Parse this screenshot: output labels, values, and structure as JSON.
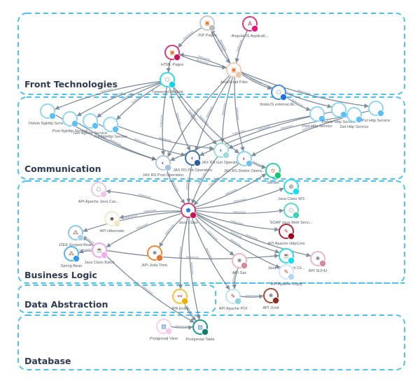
{
  "layers": [
    {
      "id": "front",
      "title": "Front Technologies"
    },
    {
      "id": "comm",
      "title": "Communication"
    },
    {
      "id": "biz",
      "title": "Business Logic"
    },
    {
      "id": "data",
      "title": "Data Abstraction"
    },
    {
      "id": "db",
      "title": "Database"
    }
  ],
  "edge_label": "References",
  "nodes": [
    {
      "id": "jsp",
      "label": "JSP Pages",
      "layer": "front",
      "color": "#c8c8c8",
      "badge": "#b8bcbf",
      "icon": "file-icon",
      "glyph": "▣",
      "glyph_color": "#e8742b"
    },
    {
      "id": "angular",
      "label": "AngularJS Applicati...",
      "layer": "front",
      "color": "#d63a7a",
      "badge": "#e6167c",
      "icon": "angular-icon",
      "glyph": "A",
      "glyph_color": "#c3002f"
    },
    {
      "id": "html",
      "label": "HTML Pages",
      "layer": "front",
      "color": "#d63a7a",
      "badge": "#c2185b",
      "icon": "file-icon",
      "glyph": "▣",
      "glyph_color": "#e8742b"
    },
    {
      "id": "jsfiles",
      "label": "JavaScript Files",
      "layer": "front",
      "color": "#efcdb8",
      "badge": "#f0c6a8",
      "icon": "file-icon",
      "glyph": "▣",
      "glyph_color": "#e8742b"
    },
    {
      "id": "ts",
      "label": "Typescript Module",
      "layer": "front",
      "color": "#2fd9e8",
      "badge": "#12d3e8",
      "icon": "cube-icon",
      "glyph": "⬡",
      "glyph_color": "#888888"
    },
    {
      "id": "nodejs",
      "label": "NodeJS external lib...",
      "layer": "front",
      "color": "#3d8ce6",
      "badge": "#1e6fe8",
      "icon": "cube-icon",
      "glyph": "⬡",
      "glyph_color": "#888888"
    },
    {
      "id": "delng",
      "label": "Delete NgHttp Servi...",
      "layer": "comm",
      "color": "#8fd6f4",
      "badge": "#5bc0f4",
      "icon": "service-icon",
      "glyph": "",
      "glyph_color": "#888888"
    },
    {
      "id": "postng",
      "label": "Post NgHttp Service",
      "layer": "comm",
      "color": "#8fd6f4",
      "badge": "#5bc0f4",
      "icon": "service-icon",
      "glyph": "",
      "glyph_color": "#888888"
    },
    {
      "id": "getng",
      "label": "Get NgHttp Service",
      "layer": "comm",
      "color": "#8fd6f4",
      "badge": "#5bc0f4",
      "icon": "service-icon",
      "glyph": "",
      "glyph_color": "#888888"
    },
    {
      "id": "putng",
      "label": "Put NgHttp Service",
      "layer": "comm",
      "color": "#8fd6f4",
      "badge": "#5bc0f4",
      "icon": "service-icon",
      "glyph": "",
      "glyph_color": "#888888"
    },
    {
      "id": "posthttp",
      "label": "Post Http Service",
      "layer": "comm",
      "color": "#8fd6f4",
      "badge": "#5bc0f4",
      "icon": "service-icon",
      "glyph": "",
      "glyph_color": "#888888"
    },
    {
      "id": "delhttp",
      "label": "Delete Http Service",
      "layer": "comm",
      "color": "#8fd6f4",
      "badge": "#5bc0f4",
      "icon": "service-icon",
      "glyph": "",
      "glyph_color": "#888888"
    },
    {
      "id": "gethttp",
      "label": "Get Http Service",
      "layer": "comm",
      "color": "#8fd6f4",
      "badge": "#5bc0f4",
      "icon": "service-icon",
      "glyph": "",
      "glyph_color": "#888888"
    },
    {
      "id": "puthttp",
      "label": "Put Http Service",
      "layer": "comm",
      "color": "#8fd6f4",
      "badge": "#5bc0f4",
      "icon": "service-icon",
      "glyph": "",
      "glyph_color": "#888888"
    },
    {
      "id": "jaxpost",
      "label": "JAX RS Post Operation",
      "layer": "comm",
      "color": "#b9c6d6",
      "badge": "#a8bfdc",
      "icon": "operation-icon",
      "glyph": "◐",
      "glyph_color": "#8e44ad"
    },
    {
      "id": "jaxput",
      "label": "JAX RS Put Operation",
      "layer": "comm",
      "color": "#3f73a8",
      "badge": "#2a5d99",
      "icon": "operation-icon",
      "glyph": "◐",
      "glyph_color": "#8e44ad"
    },
    {
      "id": "jaxget",
      "label": "JAX RS Get Operation",
      "layer": "comm",
      "color": "#9fdcdc",
      "badge": "#9fd9d9",
      "icon": "operation-icon",
      "glyph": "◐",
      "glyph_color": "#16a085"
    },
    {
      "id": "jaxdel",
      "label": "JAX RS Delete Opera...",
      "layer": "comm",
      "color": "#8fd0f0",
      "badge": "#6cc2f0",
      "icon": "operation-icon",
      "glyph": "◐",
      "glyph_color": "#8e44ad"
    },
    {
      "id": "servlet",
      "label": "Servlet",
      "layer": "biz",
      "color": "#2bd1a8",
      "badge": "#14c46e",
      "icon": "servlet-icon",
      "glyph": "◘",
      "glyph_color": "#e8742b"
    },
    {
      "id": "javaclass",
      "label": "Java Class",
      "layer": "biz",
      "color": "#d63a7a",
      "badge": "#c2185b",
      "icon": "java-class-icon",
      "glyph": "⬢",
      "glyph_color": "#2f7de0"
    },
    {
      "id": "apicache",
      "label": "API Apache Java Cac...",
      "layer": "biz",
      "color": "#e8c8e8",
      "badge": "#f0c8ec",
      "icon": "cube-icon",
      "glyph": "⬡",
      "glyph_color": "#888888"
    },
    {
      "id": "hibernate",
      "label": "API Hibernate",
      "layer": "biz",
      "color": "#f0ead0",
      "badge": "#f0e6c0",
      "icon": "hibernate-icon",
      "glyph": "☻",
      "glyph_color": "#6b4d3a"
    },
    {
      "id": "j2ee",
      "label": "J2EE Scoped Bean",
      "layer": "biz",
      "color": "#8fc6ee",
      "badge": "#a8d0f0",
      "icon": "bean-icon",
      "glyph": "⁂",
      "glyph_color": "#7a4a2a"
    },
    {
      "id": "spring",
      "label": "Spring Bean",
      "layer": "biz",
      "color": "#5ab3ea",
      "badge": "#2f9ae8",
      "icon": "bean-icon",
      "glyph": "⁂",
      "glyph_color": "#7a4a2a"
    },
    {
      "id": "batch",
      "label": "Java Class Batch",
      "layer": "biz",
      "color": "#f4a6ea",
      "badge": "#f7a8f0",
      "icon": "java-icon",
      "glyph": "☕",
      "glyph_color": "#e8742b"
    },
    {
      "id": "joda",
      "label": "API Joda Time",
      "layer": "biz",
      "color": "#f08a2e",
      "badge": "#e8742b",
      "icon": "gear-icon",
      "glyph": "✺",
      "glyph_color": "#888888"
    },
    {
      "id": "ws",
      "label": "Java Class WS",
      "layer": "biz",
      "color": "#2fd9e8",
      "badge": "#12e0f0",
      "icon": "ws-icon",
      "glyph": "⊛",
      "glyph_color": "#555555"
    },
    {
      "id": "soap",
      "label": "SOAP Java Web Servi...",
      "layer": "biz",
      "color": "#58d6c8",
      "badge": "#3ad0b8",
      "icon": "cube-icon",
      "glyph": "⬡",
      "glyph_color": "#888888"
    },
    {
      "id": "httpcore",
      "label": "API Apache HttpCore",
      "layer": "biz",
      "color": "#b3263a",
      "badge": "#a0001e",
      "icon": "feather-icon",
      "glyph": "✎",
      "glyph_color": "#c0392b"
    },
    {
      "id": "sax",
      "label": "API Sax",
      "layer": "biz",
      "color": "#e6b8c4",
      "badge": "#d48a9a",
      "icon": "gear-icon",
      "glyph": "✺",
      "glyph_color": "#888888"
    },
    {
      "id": "rich",
      "label": "Java Class Rich Cli...",
      "layer": "biz",
      "color": "#2fd9e8",
      "badge": "#12e0f0",
      "icon": "java-icon",
      "glyph": "☕",
      "glyph_color": "#e8742b"
    },
    {
      "id": "slf4j",
      "label": "API SLF4J",
      "layer": "biz",
      "color": "#e6b8c4",
      "badge": "#d48a9a",
      "icon": "gear-icon",
      "glyph": "✺",
      "glyph_color": "#888888"
    },
    {
      "id": "log4j",
      "label": "API Apache Log4j",
      "layer": "biz",
      "color": "#d4e6f8",
      "badge": "#b8d4f4",
      "icon": "feather-icon",
      "glyph": "✎",
      "glyph_color": "#c0392b"
    },
    {
      "id": "jpa",
      "label": "JPA Entity",
      "layer": "data",
      "color": "#f2c23a",
      "badge": "#f0b000",
      "icon": "entity-icon",
      "glyph": "⚯",
      "glyph_color": "#d41a5a"
    },
    {
      "id": "poi",
      "label": "API Apache POI",
      "layer": "biz",
      "color": "#bfe6ea",
      "badge": "#8fd3d3",
      "icon": "feather-icon",
      "glyph": "✎",
      "glyph_color": "#c0392b"
    },
    {
      "id": "junit",
      "label": "API JUnit",
      "layer": "biz",
      "color": "#a04a3a",
      "badge": "#8b2e22",
      "icon": "gear-icon",
      "glyph": "✺",
      "glyph_color": "#888888"
    },
    {
      "id": "pgview",
      "label": "Postgresql View",
      "layer": "db",
      "color": "#f4d0f0",
      "badge": "#f7c8f0",
      "icon": "table-icon",
      "glyph": "▤",
      "glyph_color": "#3a7dd8"
    },
    {
      "id": "pgtable",
      "label": "Postgresql Table",
      "layer": "db",
      "color": "#1a9a8a",
      "badge": "#0e7e6e",
      "icon": "table-icon",
      "glyph": "▤",
      "glyph_color": "#3a7dd8"
    }
  ],
  "edges": [
    [
      "jsp",
      "html"
    ],
    [
      "jsp",
      "jsfiles"
    ],
    [
      "jsfiles",
      "jsp"
    ],
    [
      "angular",
      "jsfiles"
    ],
    [
      "html",
      "jsfiles"
    ],
    [
      "jsfiles",
      "html"
    ],
    [
      "html",
      "ts"
    ],
    [
      "ts",
      "delng"
    ],
    [
      "ts",
      "postng"
    ],
    [
      "ts",
      "getng"
    ],
    [
      "ts",
      "putng"
    ],
    [
      "ts",
      "jaxpost"
    ],
    [
      "ts",
      "jaxput"
    ],
    [
      "ts",
      "jaxget"
    ],
    [
      "ts",
      "jaxdel"
    ],
    [
      "jsfiles",
      "nodejs"
    ],
    [
      "jsfiles",
      "delhttp"
    ],
    [
      "jsfiles",
      "puthttp"
    ],
    [
      "jsfiles",
      "jaxpost"
    ],
    [
      "jsfiles",
      "jaxput"
    ],
    [
      "jsfiles",
      "jaxget"
    ],
    [
      "jsfiles",
      "jaxdel"
    ],
    [
      "nodejs",
      "posthttp"
    ],
    [
      "postng",
      "jaxpost"
    ],
    [
      "getng",
      "jaxput"
    ],
    [
      "putng",
      "jaxget"
    ],
    [
      "delng",
      "jaxpost"
    ],
    [
      "posthttp",
      "jaxpost"
    ],
    [
      "delhttp",
      "jaxput"
    ],
    [
      "gethttp",
      "jaxget"
    ],
    [
      "puthttp",
      "jaxdel"
    ],
    [
      "jaxpost",
      "javaclass"
    ],
    [
      "jaxput",
      "javaclass"
    ],
    [
      "jaxget",
      "javaclass"
    ],
    [
      "jaxdel",
      "javaclass"
    ],
    [
      "jaxdel",
      "servlet"
    ],
    [
      "javaclass",
      "servlet"
    ],
    [
      "javaclass",
      "ws"
    ],
    [
      "javaclass",
      "soap"
    ],
    [
      "javaclass",
      "httpcore"
    ],
    [
      "javaclass",
      "rich"
    ],
    [
      "javaclass",
      "slf4j"
    ],
    [
      "javaclass",
      "sax"
    ],
    [
      "javaclass",
      "log4j"
    ],
    [
      "javaclass",
      "poi"
    ],
    [
      "javaclass",
      "apicache"
    ],
    [
      "javaclass",
      "hibernate"
    ],
    [
      "javaclass",
      "j2ee"
    ],
    [
      "javaclass",
      "batch"
    ],
    [
      "javaclass",
      "joda"
    ],
    [
      "javaclass",
      "jpa"
    ],
    [
      "javaclass",
      "pgtable"
    ],
    [
      "batch",
      "spring"
    ],
    [
      "batch",
      "j2ee"
    ],
    [
      "batch",
      "rich"
    ],
    [
      "batch",
      "pgtable"
    ],
    [
      "poi",
      "junit"
    ],
    [
      "jpa",
      "pgtable"
    ],
    [
      "pgview",
      "pgtable"
    ],
    [
      "sax",
      "poi"
    ]
  ]
}
